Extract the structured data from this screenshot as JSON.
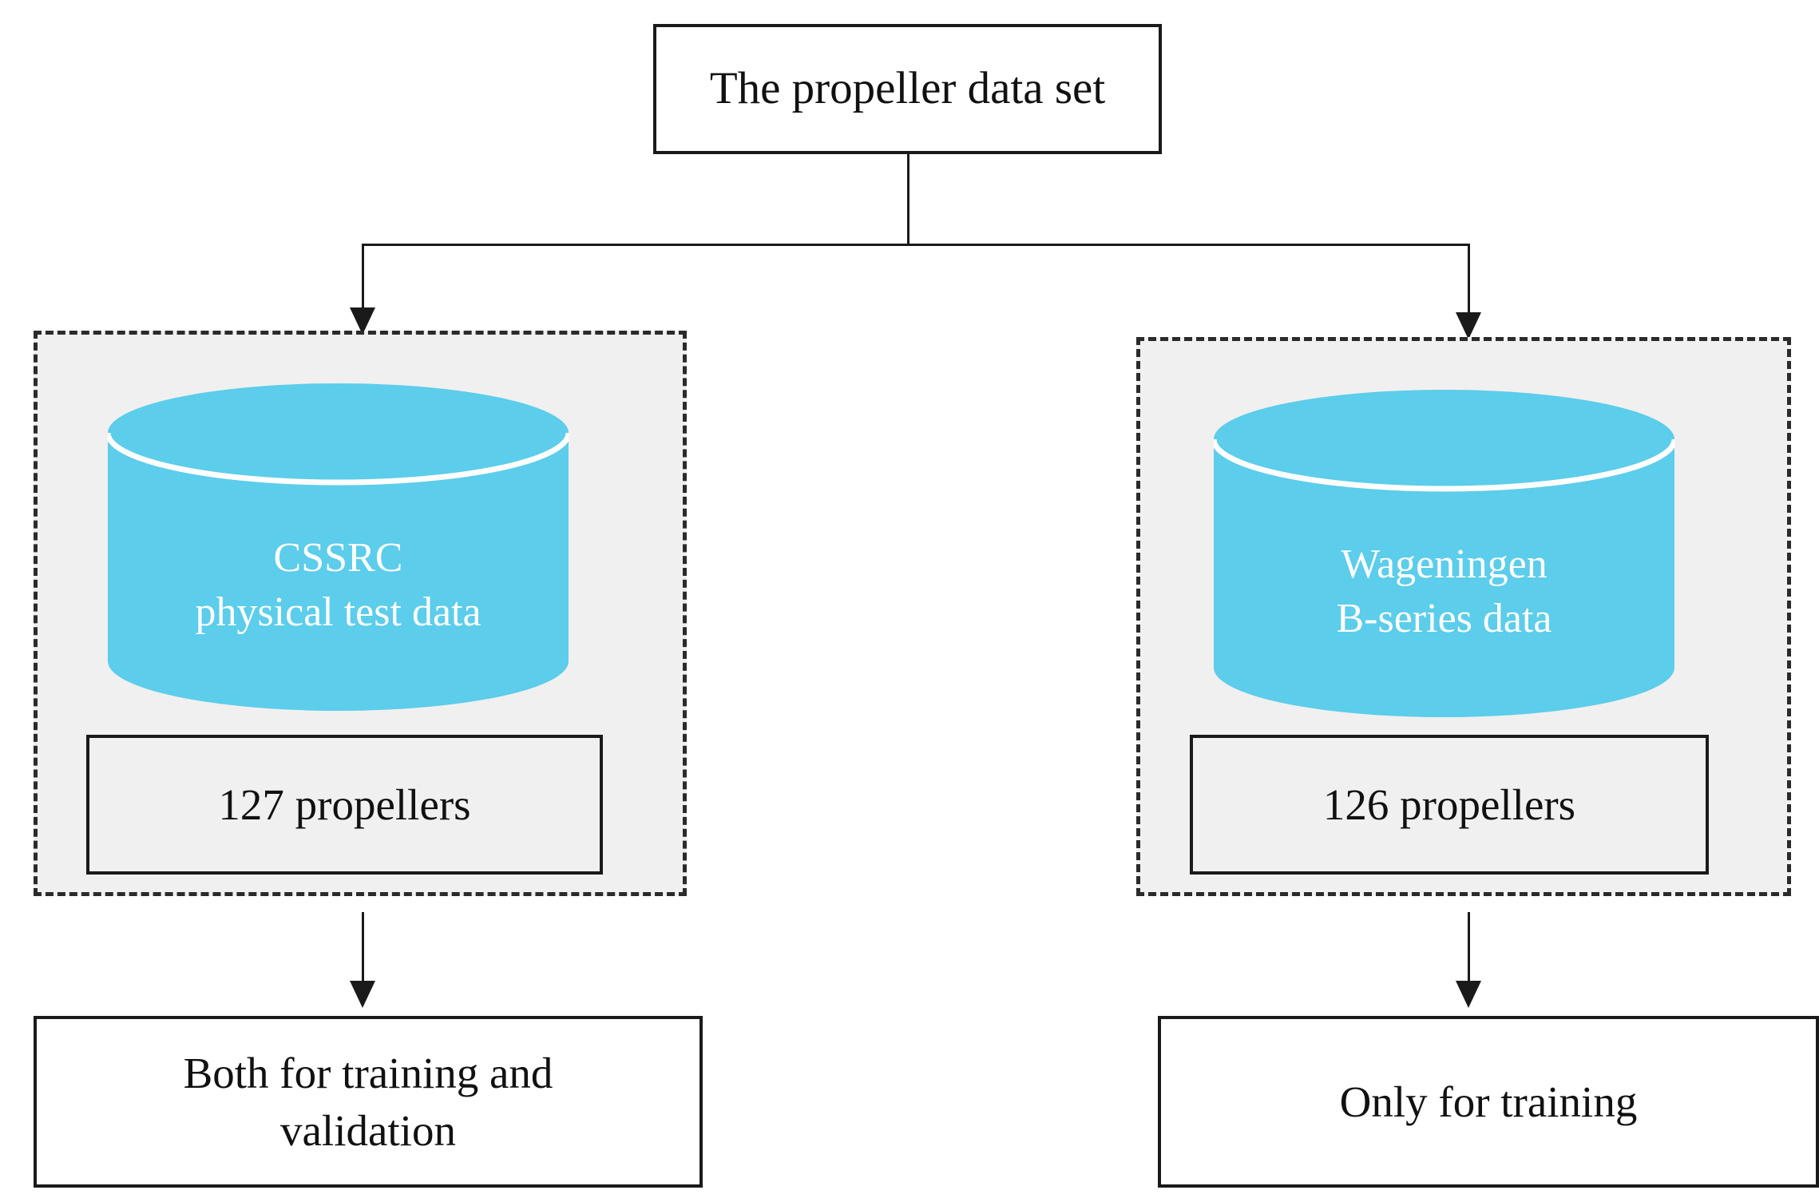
{
  "diagram": {
    "title_box": {
      "label": "The propeller data set"
    },
    "branches": [
      {
        "id": "cssrc",
        "database": {
          "line1": "CSSRC",
          "line2": "physical test data"
        },
        "count_box": {
          "label": "127 propellers",
          "count": 127,
          "unit": "propellers"
        },
        "outcome_box": {
          "line1": "Both for training and",
          "line2": "validation"
        }
      },
      {
        "id": "wageningen",
        "database": {
          "line1": "Wageningen",
          "line2": "B-series data"
        },
        "count_box": {
          "label": "126 propellers",
          "count": 126,
          "unit": "propellers"
        },
        "outcome_box": {
          "line1": "Only for training",
          "line2": ""
        }
      }
    ],
    "colors": {
      "cylinder_fill": "#5ccdea",
      "region_fill": "#f0f0f0",
      "region_border": "#2b2b2b",
      "box_border": "#1a1a1a",
      "cylinder_text": "#ffffff",
      "box_text": "#111111",
      "page_background": "#ffffff"
    }
  }
}
